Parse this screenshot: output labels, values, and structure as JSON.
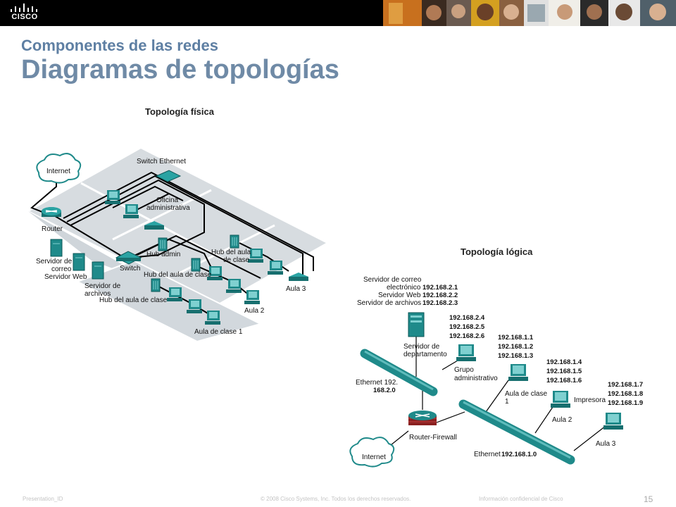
{
  "header": {
    "logo_text": "CISCO",
    "subtitle": "Componentes de las redes",
    "title": "Diagramas de topologías"
  },
  "physical": {
    "heading": "Topología física",
    "internet": "Internet",
    "switch_ethernet": "Switch Ethernet",
    "office": [
      "Oficina",
      "administrativa"
    ],
    "router": "Router",
    "hub_admin": "Hub admin",
    "hub_aula_clase_top": [
      "Hub del aula",
      "de clase"
    ],
    "mail_server": [
      "Servidor de",
      "correo"
    ],
    "web_server": "Servidor Web",
    "switch": "Switch",
    "hub_aula_clase_mid": "Hub del aula de clase",
    "file_server": [
      "Servidor de",
      "archivos"
    ],
    "hub_aula_clase_low": "Hub del aula de clase",
    "aula3": "Aula 3",
    "aula2": "Aula 2",
    "aula1": "Aula de clase 1"
  },
  "logical": {
    "heading": "Topología lógica",
    "servers": {
      "labels": [
        "Servidor de correo",
        "electrónico",
        "Servidor Web",
        "Servidor de archivos"
      ],
      "ips": [
        "192.168.2.1",
        "192.168.2.2",
        "192.168.2.3"
      ]
    },
    "dept_server": [
      "Servidor de",
      "departamento"
    ],
    "admin_group": {
      "label": [
        "Grupo",
        "administrativo"
      ],
      "ips": [
        "192.168.2.4",
        "192.168.2.5",
        "192.168.2.6"
      ]
    },
    "class1": {
      "label": [
        "Aula de clase",
        "1"
      ],
      "ips": [
        "192.168.1.1",
        "192.168.1.2",
        "192.168.1.3"
      ]
    },
    "class2": {
      "label": "Aula 2",
      "ips": [
        "192.168.1.4",
        "192.168.1.5",
        "192.168.1.6"
      ]
    },
    "printer": "Impresora",
    "class3": {
      "label": "Aula 3",
      "ips": [
        "192.168.1.7",
        "192.168.1.8",
        "192.168.1.9"
      ]
    },
    "ethernet2": [
      "Ethernet 192.",
      "168.2.0"
    ],
    "router_fw": "Router-Firewall",
    "internet": "Internet",
    "ethernet1_prefix": "Ethernet",
    "ethernet1_ip": "192.168.1.0"
  },
  "footer": {
    "presentation_id": "Presentation_ID",
    "copyright": "© 2008 Cisco Systems, Inc. Todos los derechos reservados.",
    "confidential": "Información confidencial de Cisco",
    "page": "15"
  },
  "colors": {
    "title": "#6f8aa6",
    "device_teal": "#1f8a8a",
    "floor": "#d7dce0"
  }
}
